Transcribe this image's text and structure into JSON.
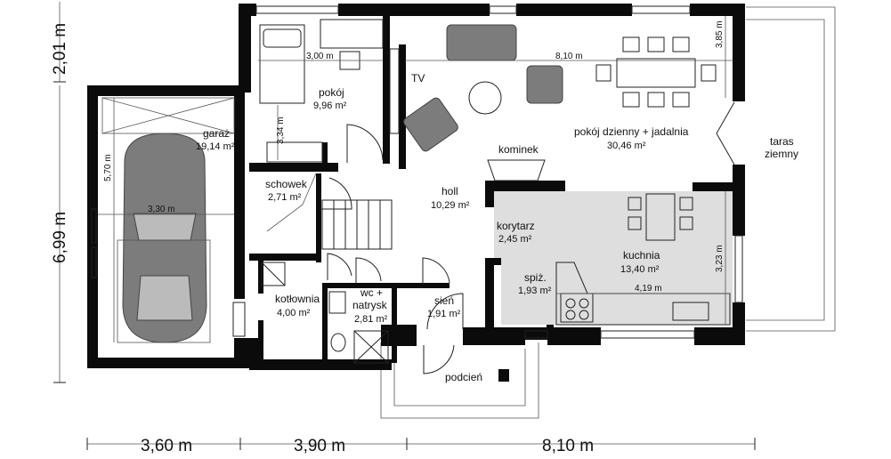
{
  "rooms": {
    "pokoj": {
      "name": "pokój",
      "area": "9,96 m²"
    },
    "garaz": {
      "name": "garaż",
      "area": "19,14 m²"
    },
    "schowek": {
      "name": "schowek",
      "area": "2,71 m²"
    },
    "holl": {
      "name": "holl",
      "area": "10,29 m²"
    },
    "korytarz": {
      "name": "korytarz",
      "area": "2,45 m²"
    },
    "kotlownia": {
      "name": "kotłownia",
      "area": "4,00 m²"
    },
    "wc_line1": "wc +",
    "wc_line2": "natrysk",
    "wc_area": "2,81 m²",
    "sien": {
      "name": "sień",
      "area": "1,91 m²"
    },
    "spiz": {
      "name": "spiż.",
      "area": "1,93 m²"
    },
    "kuchnia": {
      "name": "kuchnia",
      "area": "13,40 m²"
    },
    "dzienny": {
      "name": "pokój dzienny + jadalnia",
      "area": "30,46 m²"
    },
    "taras_line1": "taras",
    "taras_line2": "ziemny",
    "podcien": "podcień",
    "kominek": "kominek",
    "tv": "TV"
  },
  "dims": {
    "pokoj_w": "3,00 m",
    "pokoj_h": "3,34 m",
    "dzienny_w": "8,10 m",
    "dzienny_h": "3,85 m",
    "garaz_h": "5,70 m",
    "garaz_w": "3,30 m",
    "kuchnia_w": "4,19 m",
    "kuchnia_h": "3,23 m",
    "overall_top": "2,01 m",
    "overall_left": "6,99 m",
    "bottom_1": "3,60 m",
    "bottom_2": "3,90 m",
    "bottom_3": "8,10 m"
  }
}
